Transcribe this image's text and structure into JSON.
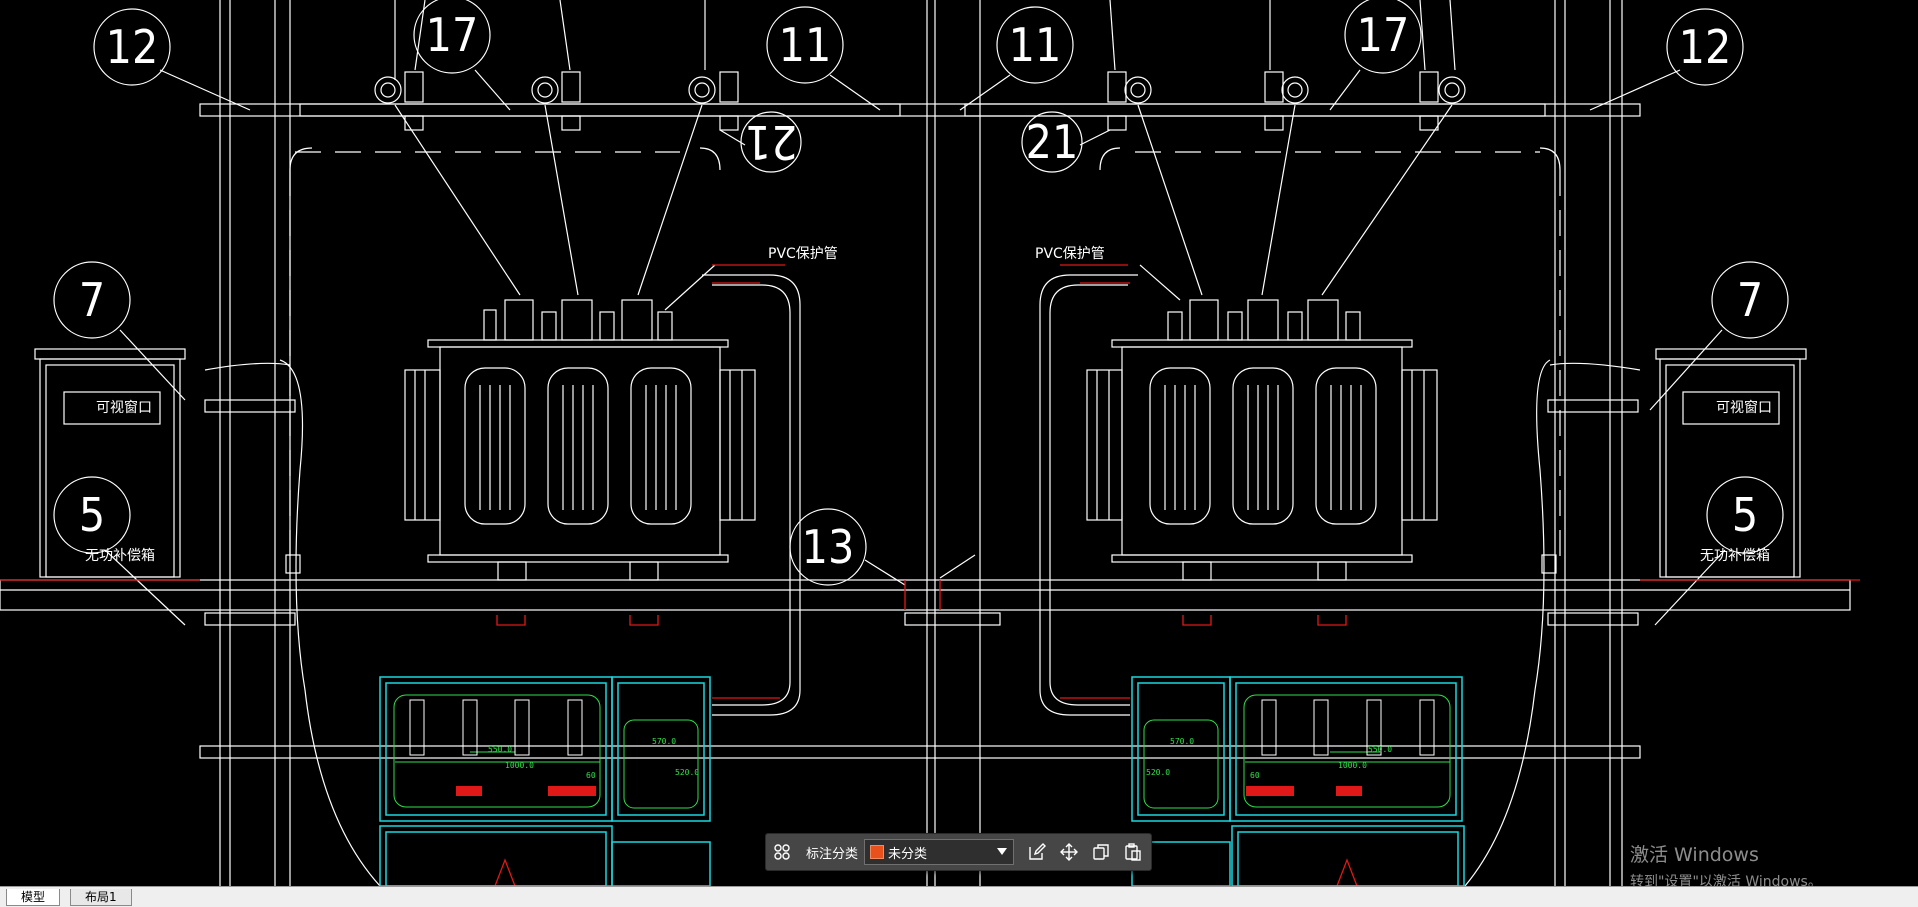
{
  "drawing": {
    "callouts": [
      "12",
      "17",
      "11",
      "11",
      "17",
      "12",
      "21",
      "21",
      "7",
      "7",
      "5",
      "5",
      "13"
    ],
    "label_pvc": "PVC保护管",
    "label_pvc_right": "PVC保护管",
    "label_capacitor_left": "无功补偿箱",
    "label_capacitor_right": "无功补偿箱",
    "label_panel_left": "可视窗口",
    "label_panel_right": "可视窗口",
    "dim_left_1": "550.0",
    "dim_left_2": "1000.0",
    "dim_left_3": "60",
    "dim_left_4": "570.0",
    "dim_left_5": "520.0",
    "dim_right_1": "570.0",
    "dim_right_2": "520.0",
    "dim_right_3": "550.0",
    "dim_right_4": "1000.0",
    "dim_right_5": "60"
  },
  "annotation_toolbar": {
    "label": "标注分类",
    "selected_category": "未分类",
    "swatch_color": "#e8511b",
    "icons": [
      "grid-icon",
      "edit-icon",
      "move-icon",
      "copy-icon",
      "paste-icon"
    ]
  },
  "tabs": [
    {
      "label": "模型",
      "active": true
    },
    {
      "label": "布局1",
      "active": false
    }
  ],
  "watermark": {
    "line1": "激活 Windows",
    "line2": "转到\"设置\"以激活 Windows。"
  },
  "colors": {
    "background": "#000000",
    "line": "#ffffff",
    "cyan": "#19d8e0",
    "red": "#e01818",
    "green": "#2ee04a"
  }
}
